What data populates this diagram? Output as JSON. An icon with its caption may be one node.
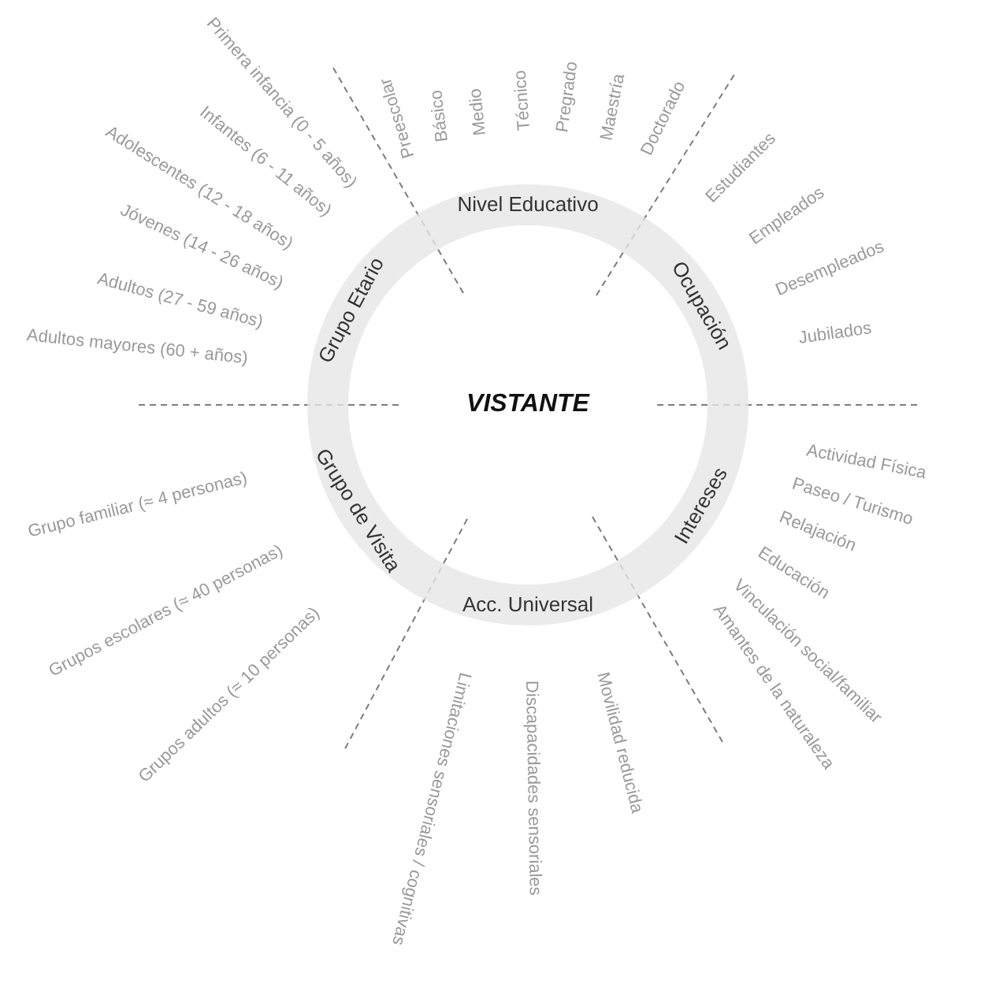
{
  "diagram": {
    "nodes": [
      {
        "text": [
          "Nivel Educativo",
          "Grupo Etario",
          "Ocupación",
          "VISTANTE",
          "Grupo de Visita",
          "Intereses",
          "Acc. Universal"
        ]
      }
    ],
    "labels": [
      "Primera infancia (0 - 5 años)",
      "Infantes (6 - 11 años)",
      "Adolescentes (12 - 18 años)",
      "Jóvenes (14 - 26 años)",
      "Adultos (27 - 59 años)",
      "Adultos mayores (60 + años)",
      "Preescolar",
      "Básico",
      "Medio",
      "Técnico",
      "Pregrado",
      "Maestría",
      "Doctorado",
      "Estudiantes",
      "Empleados",
      "Desempleados",
      "Jubilados",
      "Actividad Física",
      "Paseo / Turismo",
      "Relajación",
      "Educación",
      "Vinculación social/familiar",
      "Amantes de la naturaleza",
      "Limitaciones sensoriales / cognitivas",
      "Discapacidades sensoriales",
      "Movilidad reducida",
      "Grupo familiar (≈ 4 personas)",
      "Grupos escolares (≈ 40 personas)",
      "Grupos adultos (≈ 10 personas)"
    ]
  }
}
